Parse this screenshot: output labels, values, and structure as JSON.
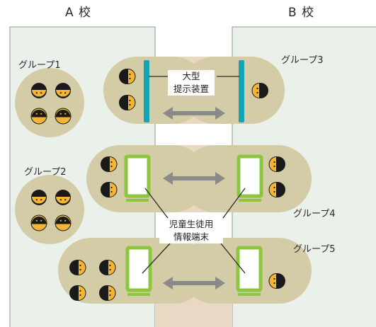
{
  "schools": {
    "a": "A 校",
    "b": "B 校"
  },
  "groups": [
    "グループ1",
    "グループ2",
    "グループ3",
    "グループ4",
    "グループ5"
  ],
  "devices": {
    "large_display": [
      "大型",
      "提示装置"
    ],
    "student_terminal": [
      "児童生徒用",
      "情報端末"
    ]
  },
  "colors": {
    "room_fill": "#e9f1ea",
    "room_border": "#8f9a8f",
    "corridor": "#e8d8c4",
    "table": "#d4cca6",
    "display": "#14a5b5",
    "tablet": "#8cc63f",
    "arrow": "#8a8a8a",
    "face_hair": "#1a1a1a",
    "face_skin": "#f3b533"
  }
}
